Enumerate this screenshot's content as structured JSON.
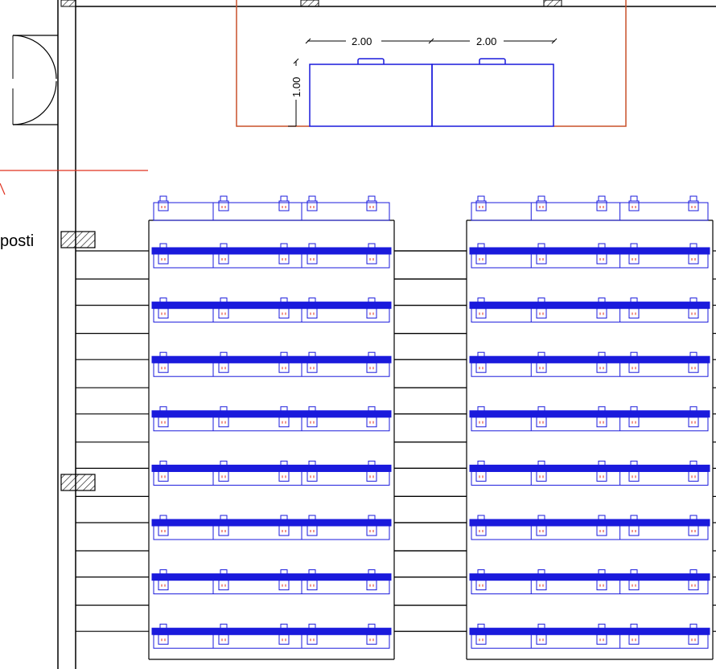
{
  "labels": {
    "dim_width_left": "2.00",
    "dim_width_right": "2.00",
    "dim_depth": "1.00",
    "posti": "posti"
  },
  "layout_info": {
    "bench_blocks": 2,
    "rows_per_block": 8,
    "seats_per_row": 5
  },
  "colors": {
    "walls": "#000000",
    "furniture": "#1a1adc",
    "stage": "#c8502a",
    "axis_line": "#e0301e",
    "seat_accent": "#e0301e"
  }
}
